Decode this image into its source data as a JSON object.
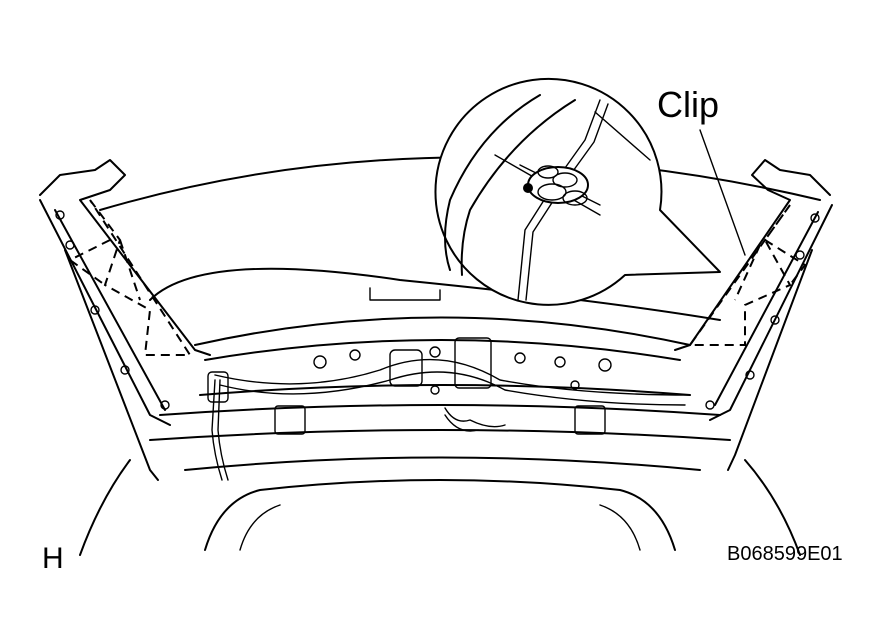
{
  "labels": {
    "callout": "Clip",
    "view_code": "H",
    "figure_id": "B068599E01"
  }
}
